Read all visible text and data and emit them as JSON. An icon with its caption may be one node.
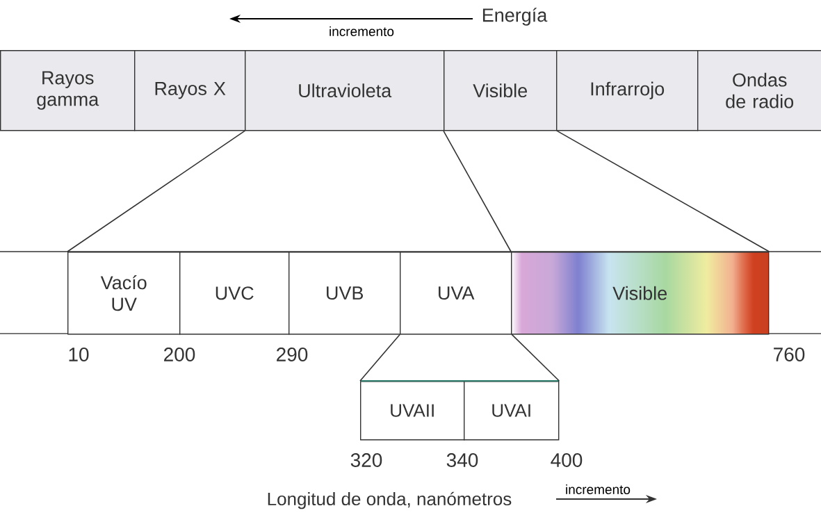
{
  "diagram": {
    "nodes": [
      {
        "text": [
          "Rayos gamma"
        ]
      },
      {
        "text": [
          "Rayos X"
        ]
      },
      {
        "text": [
          "Ultravioleta"
        ]
      },
      {
        "text": [
          "Visible"
        ]
      },
      {
        "text": [
          "Infrarrojo"
        ]
      },
      {
        "text": [
          "Ondas de radio"
        ]
      },
      {
        "text": [
          "Vacío UV"
        ]
      },
      {
        "text": [
          "UVC"
        ]
      },
      {
        "text": [
          "UVB"
        ]
      },
      {
        "text": [
          "UVA"
        ]
      },
      {
        "text": [
          "Visible"
        ]
      },
      {
        "text": [
          "UVAII"
        ]
      },
      {
        "text": [
          "UVAI"
        ]
      }
    ],
    "edges": [
      {
        "from": 2,
        "to": 6,
        "arrow": "none"
      },
      {
        "from": 3,
        "to": 10,
        "arrow": "none"
      },
      {
        "from": 3,
        "to": 10,
        "arrow": "none"
      },
      {
        "from": 9,
        "to": 11,
        "arrow": "none"
      },
      {
        "from": 9,
        "to": 12,
        "arrow": "none"
      }
    ],
    "labels": [
      "Energía",
      "incremento",
      "10",
      "200",
      "290",
      "760",
      "320",
      "340",
      "400",
      "Longitud de onda, nanómetros",
      "incremento"
    ]
  }
}
